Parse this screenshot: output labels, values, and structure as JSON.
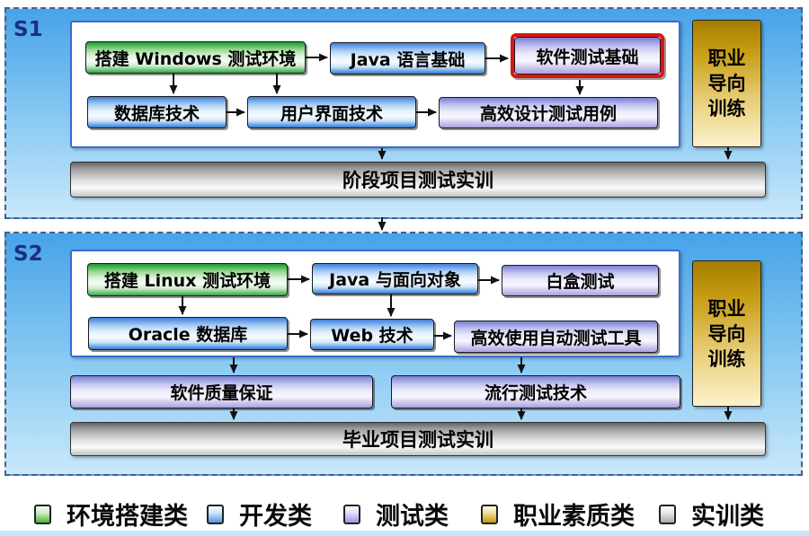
{
  "diagram": {
    "highlight_color": "#de1412",
    "stage_bg_top": "#47a3e8",
    "stage_bg_bottom": "#c9e8fb",
    "sections": [
      {
        "label": "S1",
        "side_box": "职业导向训练",
        "bottom_bar": "阶段项目测试实训",
        "boxes": [
          {
            "label": "搭建 Windows 测试环境",
            "type": "env"
          },
          {
            "label": "Java 语言基础",
            "type": "dev"
          },
          {
            "label": "软件测试基础",
            "type": "test",
            "highlighted": true
          },
          {
            "label": "数据库技术",
            "type": "dev"
          },
          {
            "label": "用户界面技术",
            "type": "dev"
          },
          {
            "label": "高效设计测试用例",
            "type": "test"
          }
        ]
      },
      {
        "label": "S2",
        "side_box": "职业导向训练",
        "bottom_bar": "毕业项目测试实训",
        "boxes": [
          {
            "label": "搭建 Linux 测试环境",
            "type": "env"
          },
          {
            "label": "Java 与面向对象",
            "type": "dev"
          },
          {
            "label": "白盒测试",
            "type": "test"
          },
          {
            "label": "Oracle 数据库",
            "type": "dev"
          },
          {
            "label": "Web 技术",
            "type": "dev"
          },
          {
            "label": "高效使用自动测试工具",
            "type": "test"
          },
          {
            "label": "软件质量保证",
            "type": "test"
          },
          {
            "label": "流行测试技术",
            "type": "test"
          }
        ]
      }
    ],
    "legend": [
      {
        "label": "环境搭建类",
        "type": "env",
        "color": "#49b534"
      },
      {
        "label": "开发类",
        "type": "dev",
        "color": "#4f94e8"
      },
      {
        "label": "测试类",
        "type": "test",
        "color": "#9c95e2"
      },
      {
        "label": "职业素质类",
        "type": "career",
        "color": "#c49a0a"
      },
      {
        "label": "实训类",
        "type": "practice",
        "color": "#aaaaaa"
      }
    ]
  }
}
